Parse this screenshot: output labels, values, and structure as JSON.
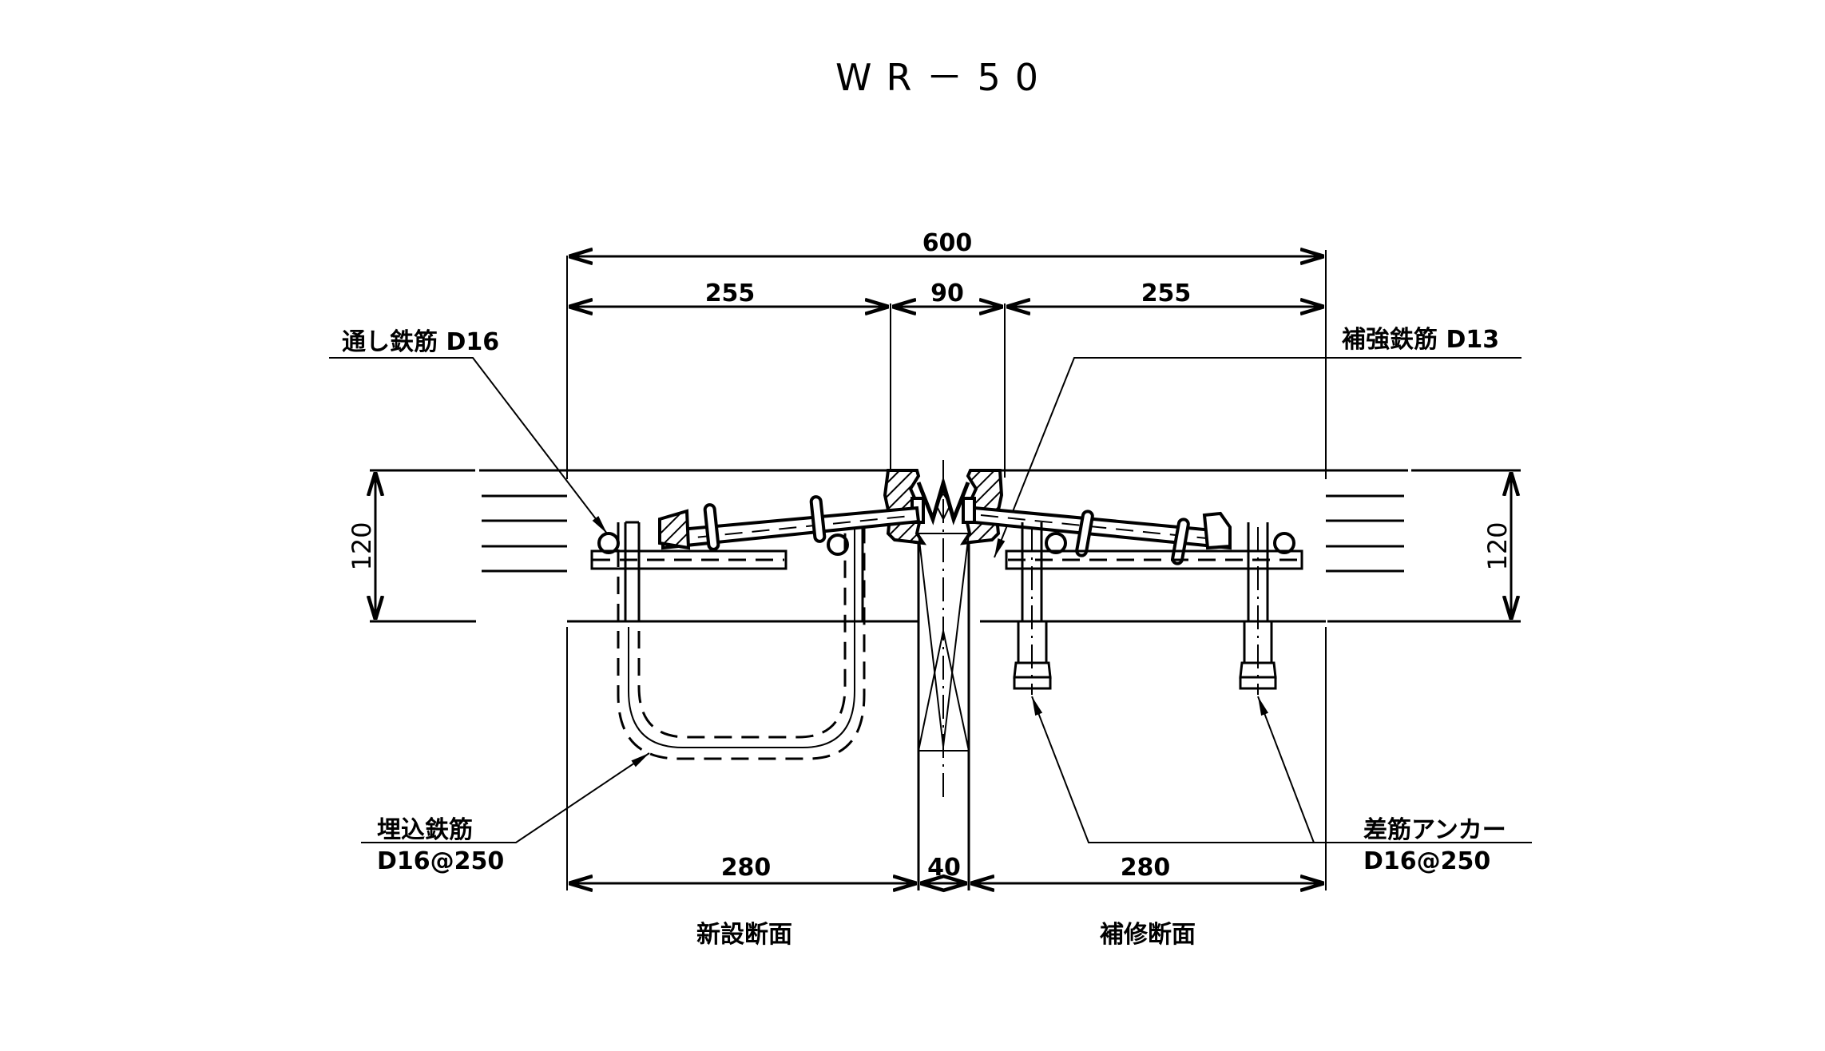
{
  "title": "WR－50",
  "dimensions": {
    "overall_width": "600",
    "left_span": "255",
    "center_gap": "90",
    "right_span": "255",
    "left_height": "120",
    "right_height": "120",
    "bottom_left": "280",
    "bottom_center": "40",
    "bottom_right": "280"
  },
  "labels": {
    "through_rebar": "通し鉄筋 D16",
    "reinforcing_rebar": "補強鉄筋 D13",
    "embedded_rebar_line1": "埋込鉄筋",
    "embedded_rebar_line2": "D16@250",
    "anchor_rebar_line1": "差筋アンカー",
    "anchor_rebar_line2": "D16@250"
  },
  "sections": {
    "new_section": "新設断面",
    "repair_section": "補修断面"
  }
}
